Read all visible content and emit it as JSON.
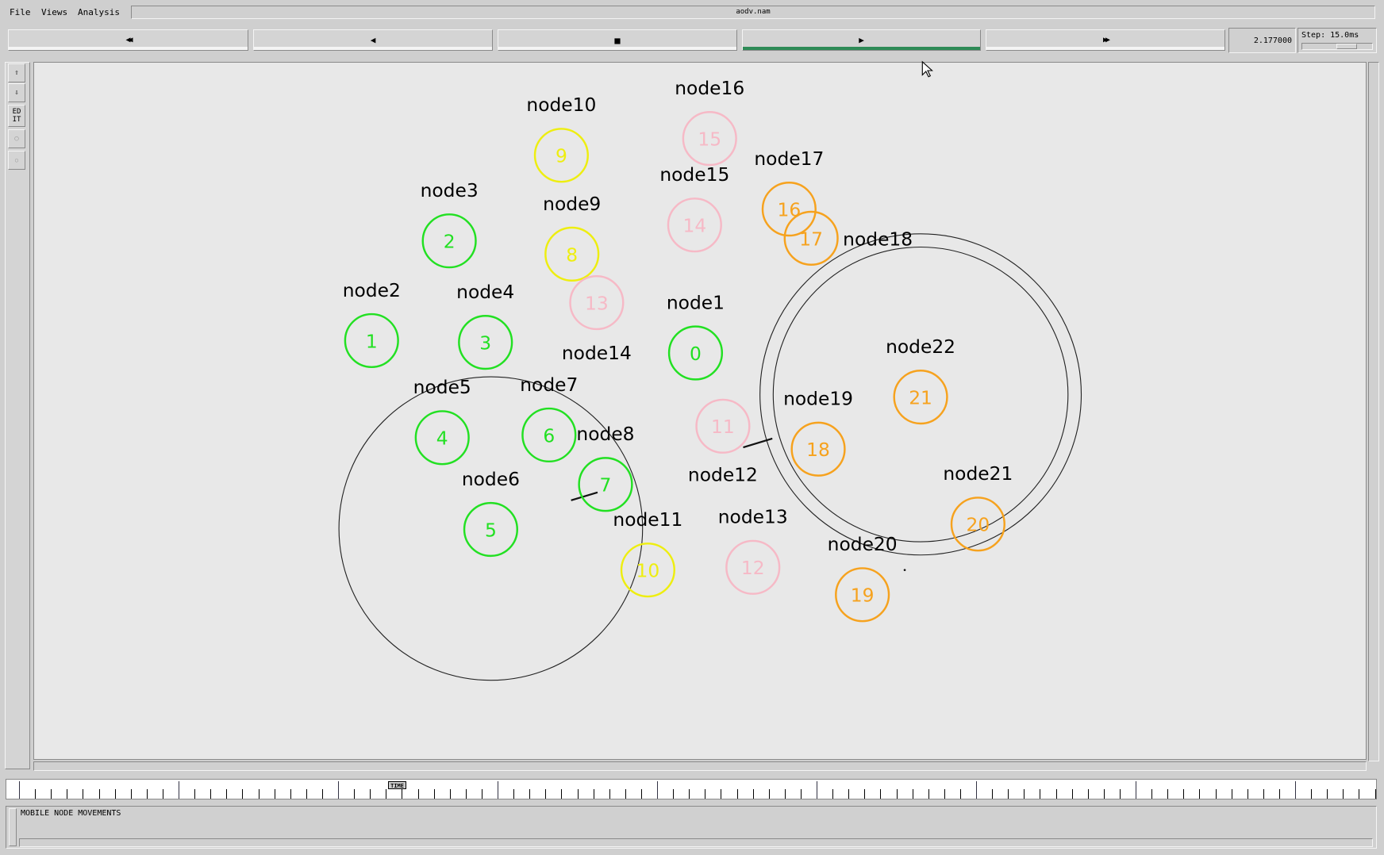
{
  "menu": {
    "file": "File",
    "views": "Views",
    "analysis": "Analysis"
  },
  "window_title": "aodv.nam",
  "controls": {
    "rewind": "◀◀",
    "back": "◀",
    "stop": "■",
    "play": "▶",
    "fast_forward": "▶▶",
    "time": "2.177000",
    "step": "Step: 15.0ms",
    "step_slider": 0.72
  },
  "tools": {
    "edit": "ED IT"
  },
  "timeline": {
    "marker": "TIME",
    "marker_fraction": 0.29
  },
  "annotation": {
    "text": "MOBILE NODE MOVEMENTS"
  },
  "colors": {
    "green": "#22e022",
    "yellow": "#eeee10",
    "pink": "#f6b9c6",
    "orange": "#f6a21e",
    "play_active": "#2e8b57"
  },
  "nodes": [
    {
      "name": "node1",
      "id": "0",
      "color": "green"
    },
    {
      "name": "node2",
      "id": "1",
      "color": "green"
    },
    {
      "name": "node3",
      "id": "2",
      "color": "green"
    },
    {
      "name": "node4",
      "id": "3",
      "color": "green"
    },
    {
      "name": "node5",
      "id": "4",
      "color": "green"
    },
    {
      "name": "node6",
      "id": "5",
      "color": "green"
    },
    {
      "name": "node7",
      "id": "6",
      "color": "green"
    },
    {
      "name": "node8",
      "id": "7",
      "color": "green"
    },
    {
      "name": "node9",
      "id": "8",
      "color": "yellow"
    },
    {
      "name": "node10",
      "id": "9",
      "color": "yellow"
    },
    {
      "name": "node11",
      "id": "10",
      "color": "yellow"
    },
    {
      "name": "node12",
      "id": "11",
      "color": "pink"
    },
    {
      "name": "node13",
      "id": "12",
      "color": "pink"
    },
    {
      "name": "node14",
      "id": "13",
      "color": "pink"
    },
    {
      "name": "node15",
      "id": "14",
      "color": "pink"
    },
    {
      "name": "node16",
      "id": "15",
      "color": "pink"
    },
    {
      "name": "node17",
      "id": "16",
      "color": "orange"
    },
    {
      "name": "node18",
      "id": "17",
      "color": "orange"
    },
    {
      "name": "node19",
      "id": "18",
      "color": "orange"
    },
    {
      "name": "node20",
      "id": "19",
      "color": "orange"
    },
    {
      "name": "node21",
      "id": "20",
      "color": "orange"
    },
    {
      "name": "node22",
      "id": "21",
      "color": "orange"
    }
  ]
}
